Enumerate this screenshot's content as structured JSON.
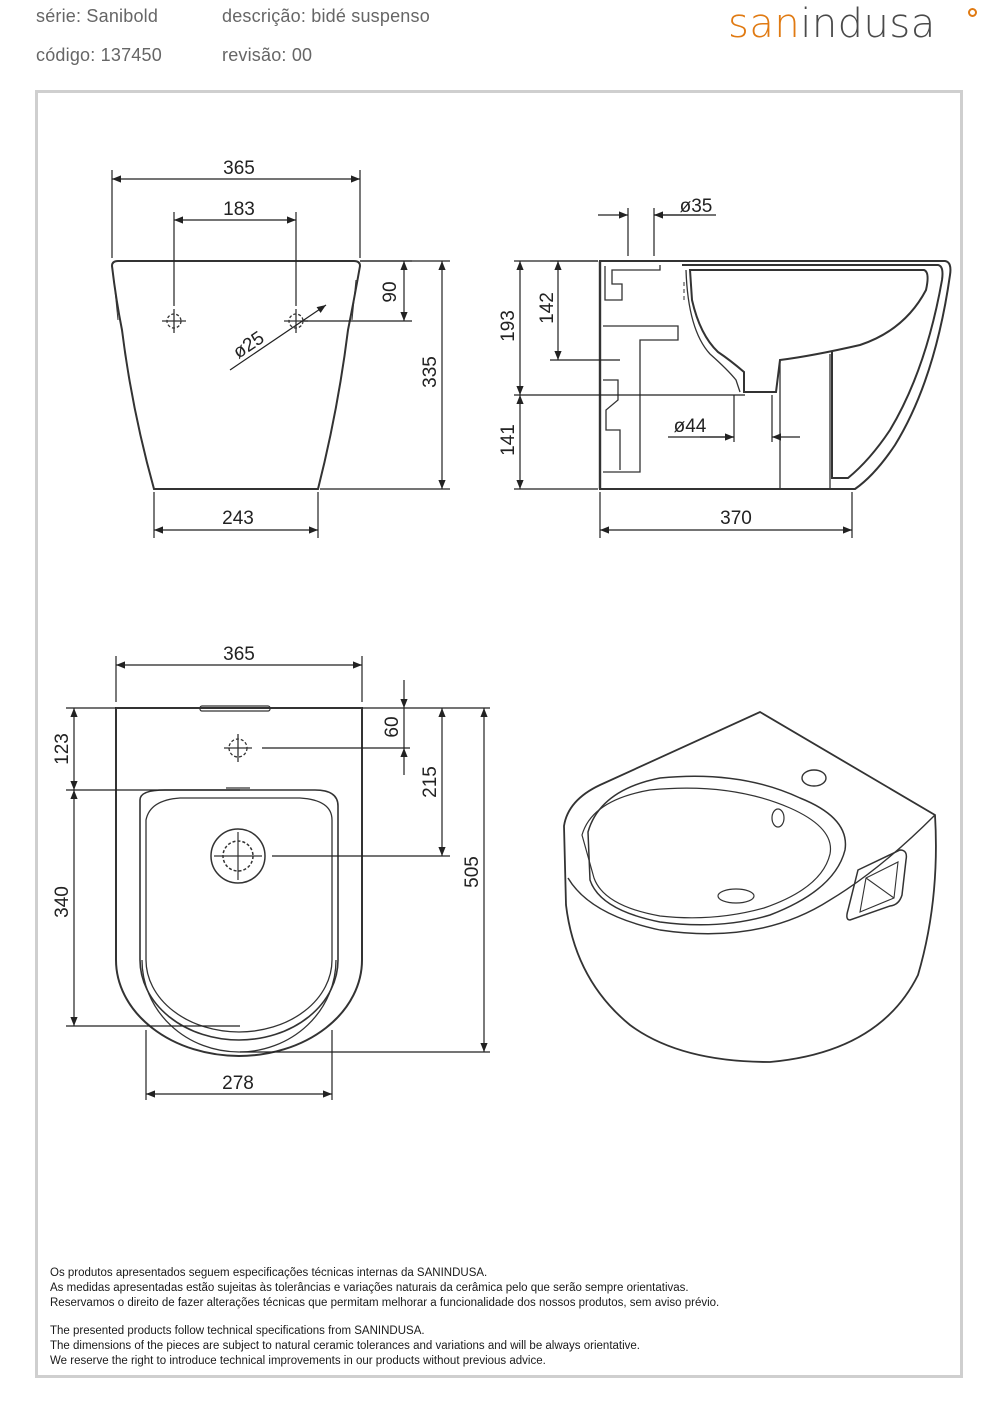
{
  "header": {
    "serie": "série: Sanibold",
    "descricao": "descrição: bidé suspenso",
    "codigo": "código: 137450",
    "revisao": "revisão: 00"
  },
  "logo": {
    "part1": "san",
    "part2": "indusa"
  },
  "dimensions": {
    "front_width": "365",
    "front_holes": "183",
    "front_hole_diameter": "ø25",
    "front_hole_height": "90",
    "front_height": "335",
    "front_base": "243",
    "side_top_outlet": "ø35",
    "side_193": "193",
    "side_142": "142",
    "side_141": "141",
    "side_outlet": "ø44",
    "side_depth": "370",
    "top_width": "365",
    "top_123": "123",
    "top_60": "60",
    "top_215": "215",
    "top_340": "340",
    "top_505": "505",
    "top_278": "278"
  },
  "notes": {
    "pt": [
      "Os produtos apresentados seguem especificações técnicas internas da SANINDUSA.",
      "As medidas apresentadas estão sujeitas às tolerâncias e variações naturais da cerâmica pelo que serão sempre orientativas.",
      "Reservamos o direito de fazer alterações técnicas que permitam melhorar a funcionalidade dos nossos produtos, sem aviso prévio."
    ],
    "en": [
      "The presented products follow technical specifications from SANINDUSA.",
      "The dimensions of the pieces are subject to natural ceramic tolerances and variations and will be always orientative.",
      "We reserve the right to introduce technical improvements in our products without previous advice."
    ]
  },
  "colors": {
    "brand_orange": "#e07a12",
    "brand_grey": "#4a4a4a",
    "frame": "#cfcfcf"
  }
}
